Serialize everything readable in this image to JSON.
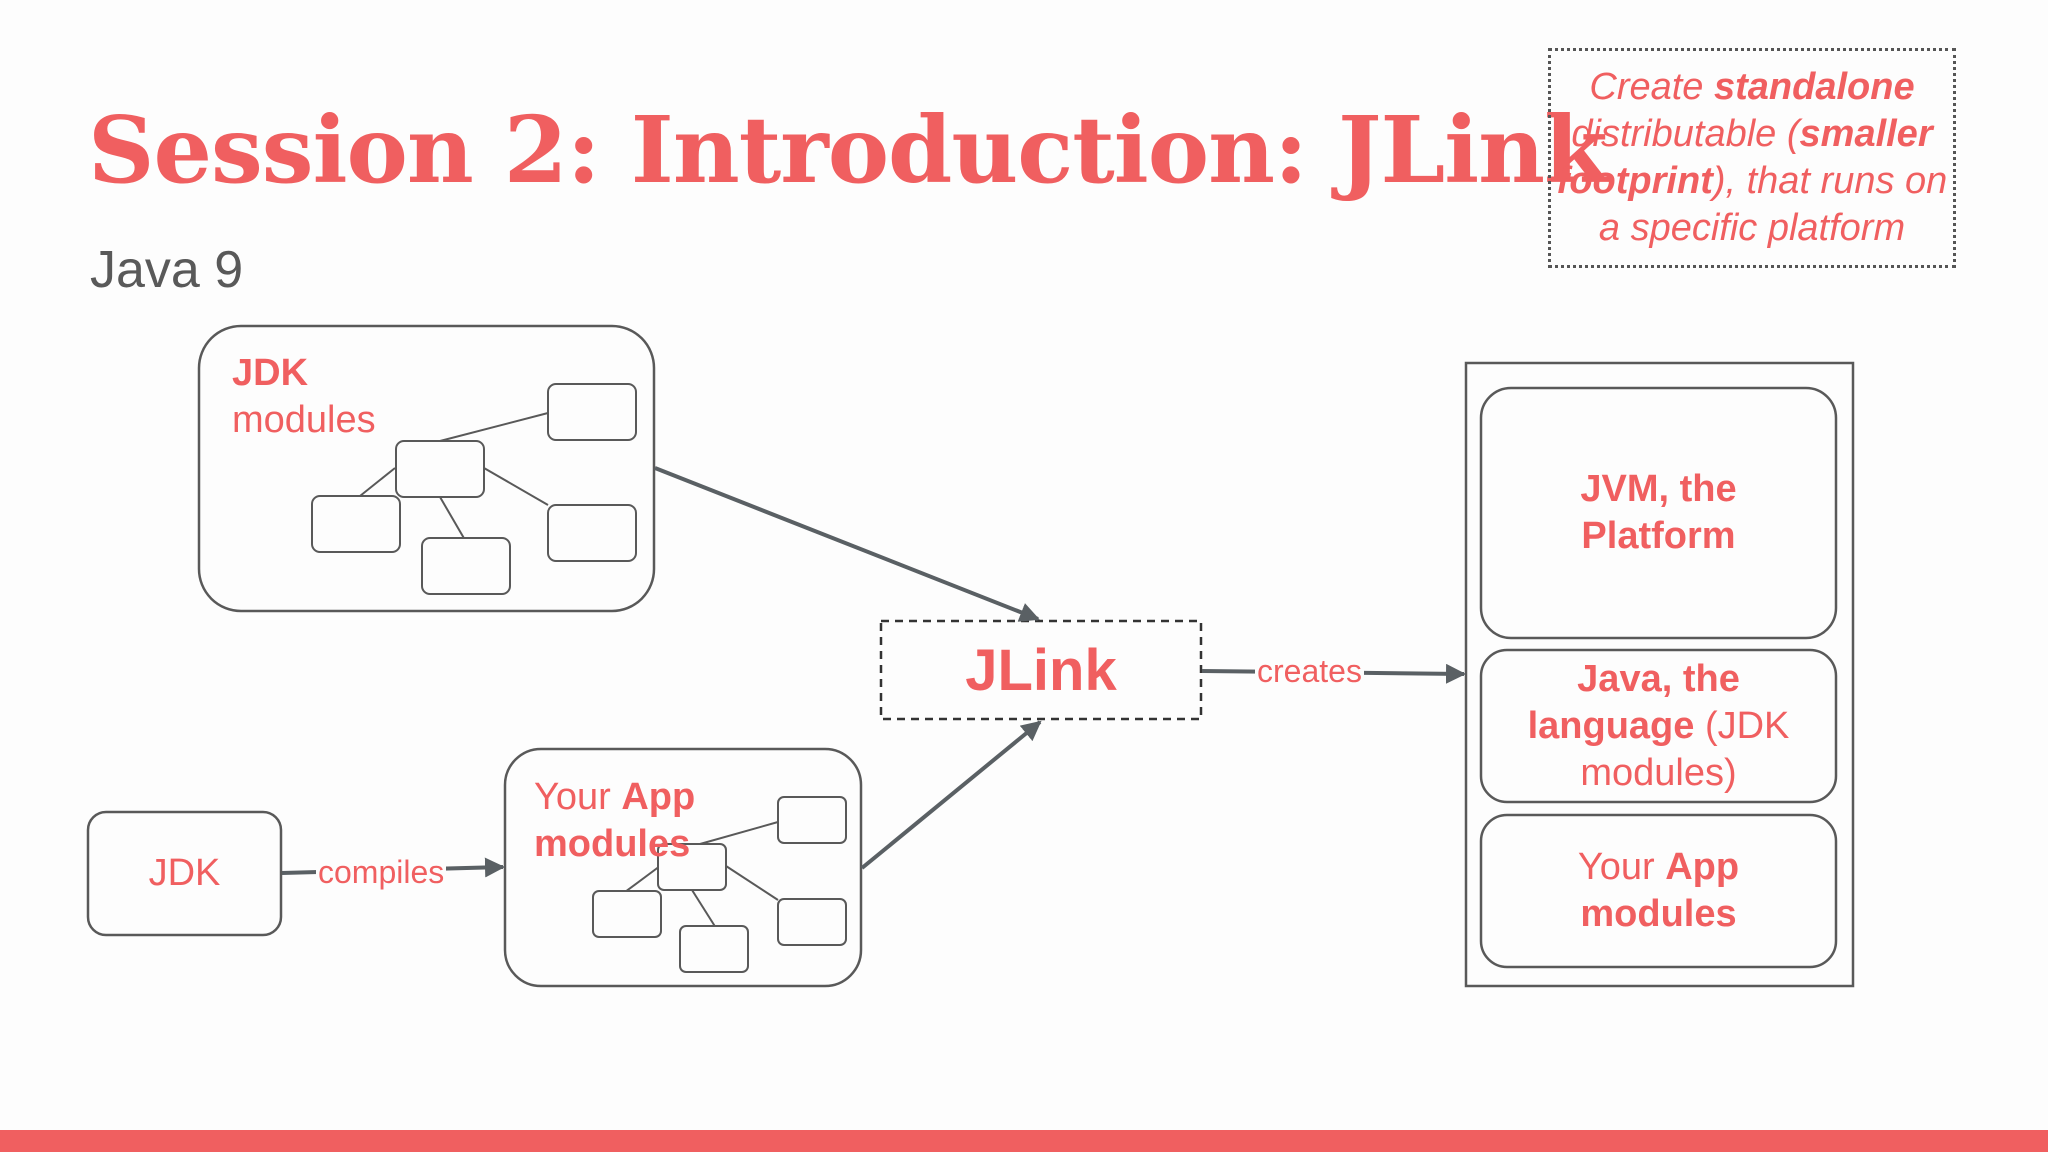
{
  "slide": {
    "title": "Session 2: Introduction: JLink",
    "subtitle": "Java 9"
  },
  "note": {
    "part1": "Create ",
    "part2": "standalone",
    "part3": "distributable (",
    "part4": "smaller",
    "part5": "footprint",
    "part6": "), that runs on a specific platform"
  },
  "diagram": {
    "jdk_modules": {
      "bold": "JDK",
      "text": "modules"
    },
    "jdk": "JDK",
    "compiles": "compiles",
    "app_modules": {
      "prefix": "Your ",
      "bold1": "App",
      "bold2": "modules"
    },
    "jlink": "JLink",
    "creates": "creates",
    "output": {
      "jvm": "JVM, the Platform",
      "java_bold": "Java, the language",
      "java_text": " (JDK modules)",
      "app_prefix": "Your ",
      "app_bold1": "App",
      "app_bold2": "modules"
    }
  },
  "colors": {
    "accent": "#f05f60",
    "line": "#595959",
    "arrow": "#5a6064"
  }
}
